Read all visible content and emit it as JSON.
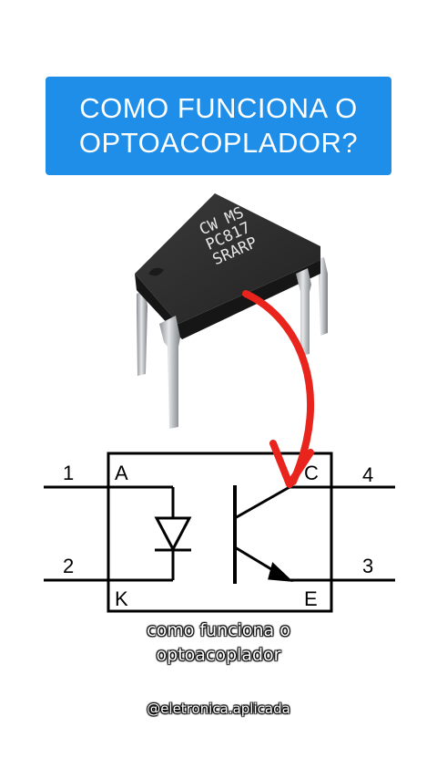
{
  "title": {
    "line1": "COMO FUNCIONA O",
    "line2": "OPTOACOPLADOR?"
  },
  "chip": {
    "marking_line1": "CW MS",
    "marking_line2": "PC817",
    "marking_line3": "SRARP"
  },
  "schematic": {
    "pin_1": "1",
    "pin_2": "2",
    "pin_3": "3",
    "pin_4": "4",
    "label_anode": "A",
    "label_cathode": "K",
    "label_collector": "C",
    "label_emitter": "E"
  },
  "caption": {
    "line1": "como funciona o",
    "line2": "optoacoplador"
  },
  "watermark": "@eletronica.aplicada",
  "colors": {
    "title_bg": "#1e8ee8",
    "arrow": "#e8241c",
    "chip_body": "#2a2a2a",
    "pin_metal": "#b9bcc0"
  }
}
